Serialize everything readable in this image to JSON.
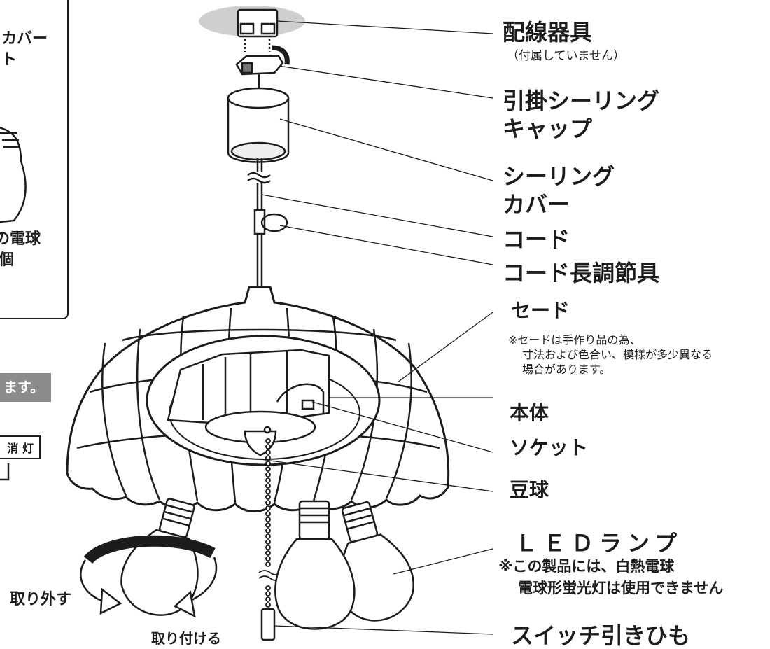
{
  "inset": {
    "line1": "カバー",
    "line2": "ト",
    "line3": "の電球",
    "line4": "個"
  },
  "banner": {
    "text": "ます。"
  },
  "switch_label": "消 灯",
  "actions": {
    "remove": "取り外す",
    "attach": "取り付ける"
  },
  "labels": {
    "wiring": "配線器具",
    "wiring_note": "（付属していません）",
    "hook_cap_1": "引掛シーリング",
    "hook_cap_2": "キャップ",
    "ceiling_cover_1": "シーリング",
    "ceiling_cover_2": "カバー",
    "cord": "コード",
    "cord_adjuster": "コード長調節具",
    "shade": "セード",
    "shade_note_1": "※セードは手作り品の為、",
    "shade_note_2": "寸法および色合い、模様が多少異なる",
    "shade_note_3": "場合があります。",
    "body": "本体",
    "socket": "ソケット",
    "mini_bulb": "豆球",
    "led": "ＬＥＤランプ",
    "led_note_1": "※この製品には、白熱電球",
    "led_note_2": "電球形蛍光灯は使用できません",
    "pull_switch": "スイッチ引きひも"
  }
}
